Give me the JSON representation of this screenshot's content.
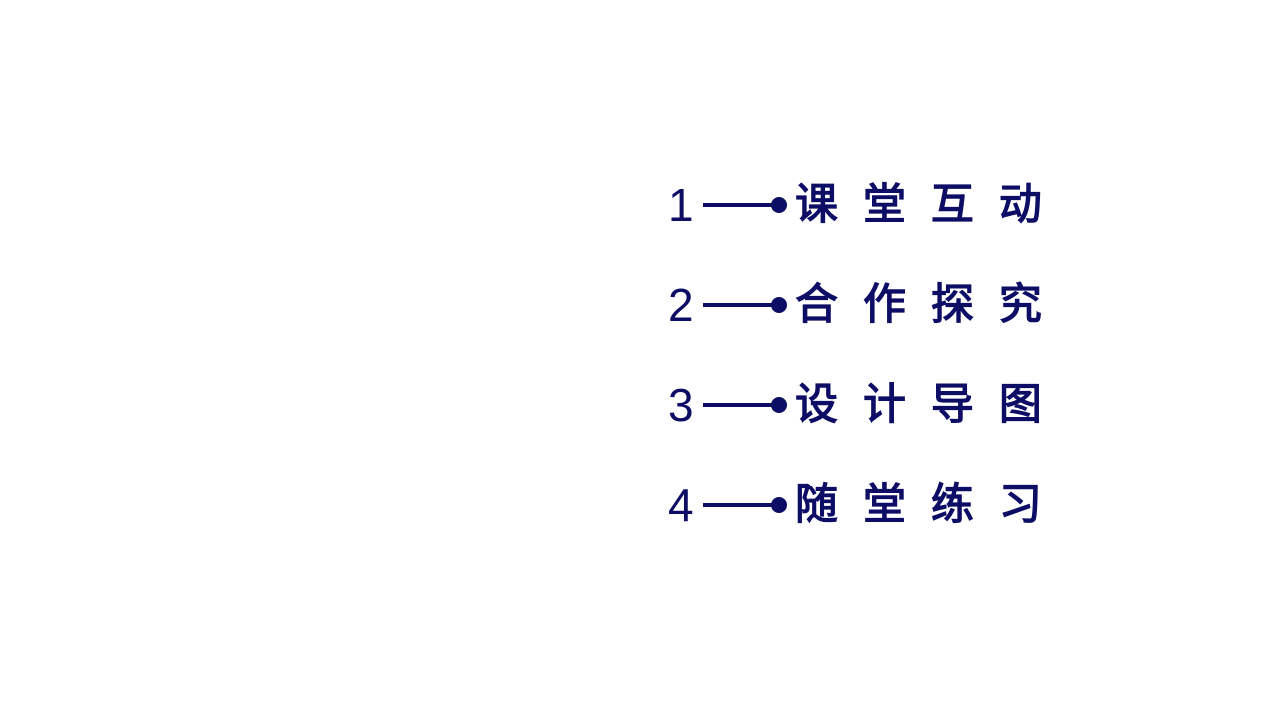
{
  "slide": {
    "background_color": "#ffffff",
    "accent_color": "#0d0d66",
    "items": [
      {
        "index": "1",
        "label": "课堂互动",
        "connector": "line-dot-connector"
      },
      {
        "index": "2",
        "label": "合作探究",
        "connector": "line-dot-connector"
      },
      {
        "index": "3",
        "label": "设计导图",
        "connector": "line-dot-connector"
      },
      {
        "index": "4",
        "label": "随堂练习",
        "connector": "line-dot-connector"
      }
    ]
  }
}
